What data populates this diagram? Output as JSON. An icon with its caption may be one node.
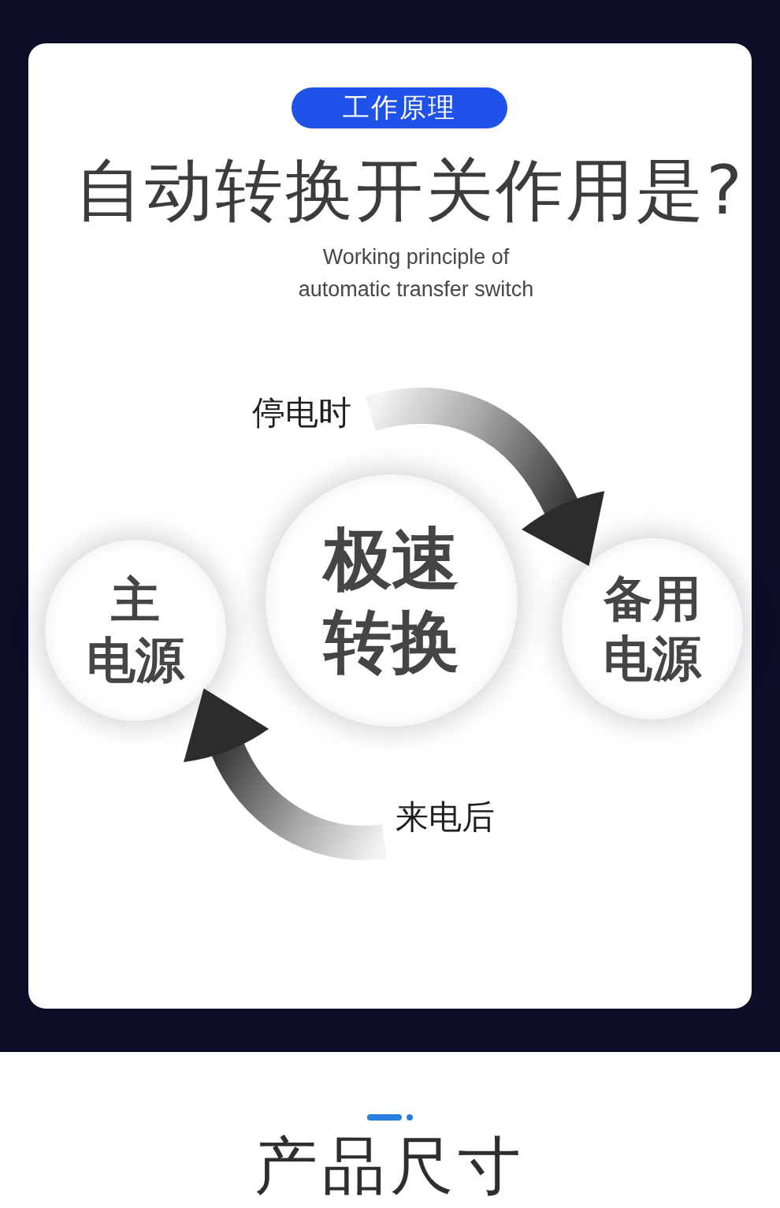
{
  "diagram": {
    "title": "自动转换开关作用是?",
    "nodes": [
      {
        "text": [
          "工作原理"
        ]
      },
      {
        "text": [
          "主电源"
        ]
      },
      {
        "text": [
          "极速转换"
        ]
      },
      {
        "text": [
          "备用电源"
        ]
      }
    ],
    "edges": [
      {
        "from": null,
        "to": 3,
        "arrow": "to",
        "label": "停电时"
      },
      {
        "from": null,
        "to": 1,
        "arrow": "to",
        "label": "来电后"
      }
    ],
    "labels": [
      "Working principle of automatic transfer switch",
      "产品尺寸"
    ]
  }
}
